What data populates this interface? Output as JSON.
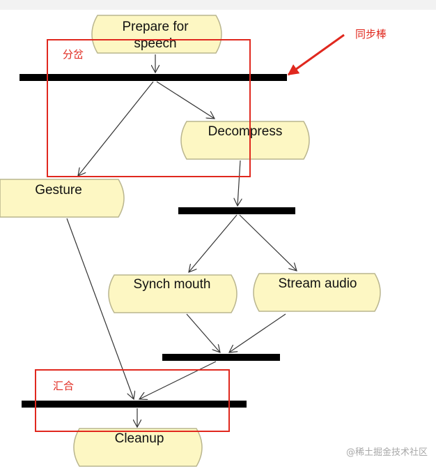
{
  "diagram": {
    "nodes": [
      {
        "id": "prepare",
        "lines": [
          "Prepare for",
          "speech"
        ]
      },
      {
        "id": "decompress",
        "lines": [
          "Decompress"
        ]
      },
      {
        "id": "gesture",
        "lines": [
          "Gesture"
        ]
      },
      {
        "id": "synch",
        "lines": [
          "Synch mouth"
        ]
      },
      {
        "id": "stream",
        "lines": [
          "Stream audio"
        ]
      },
      {
        "id": "cleanup",
        "lines": [
          "Cleanup"
        ]
      }
    ],
    "annotations": {
      "sync_bar": "同步棒",
      "fork": "分岔",
      "join": "汇合"
    },
    "colors": {
      "node_fill": "#fdf7c3",
      "node_stroke": "#b9b58e",
      "bar": "#000000",
      "annotation": "#e0281e"
    },
    "watermark": "@稀土掘金技术社区"
  }
}
